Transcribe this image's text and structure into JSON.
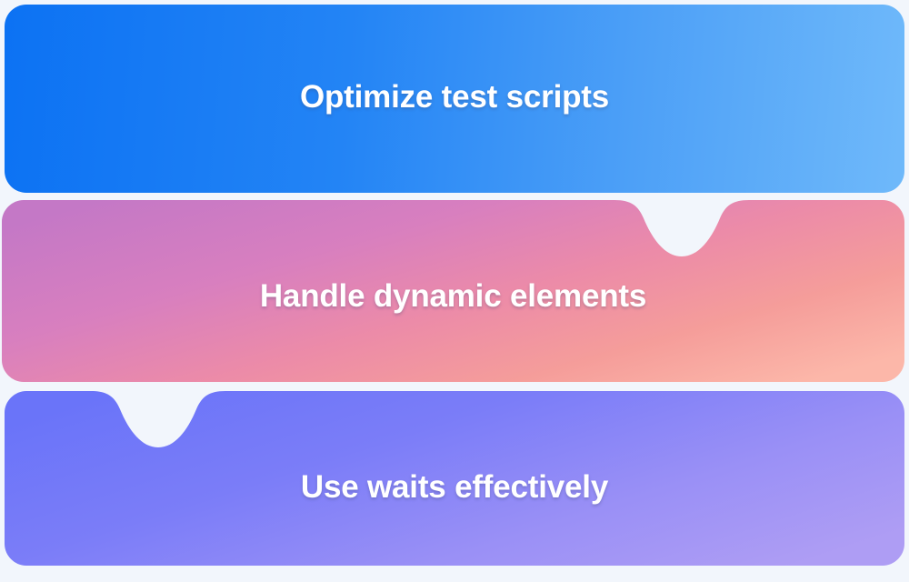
{
  "background_color": "#F2F6FC",
  "bands": [
    {
      "id": "blue",
      "label": "Optimize test scripts",
      "gradient_from": "#0C72F3",
      "gradient_to": "#6FB9FA",
      "notch": "none"
    },
    {
      "id": "pink",
      "label": "Handle dynamic elements",
      "gradient_from": "#C97BC8",
      "gradient_to": "#FBB4A8",
      "notch": "top-right"
    },
    {
      "id": "purple",
      "label": "Use waits effectively",
      "gradient_from": "#6E77F8",
      "gradient_to": "#AC9BF4",
      "notch": "top-left"
    }
  ]
}
